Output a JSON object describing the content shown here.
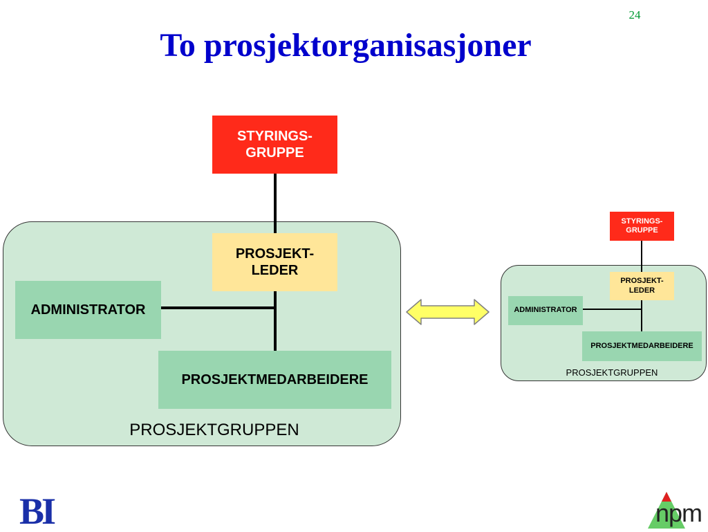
{
  "slide": {
    "title": "To prosjektorganisasjoner",
    "page_number": "24"
  },
  "large_org": {
    "steering": "STYRINGS-\nGRUPPE",
    "leader": "PROSJEKT-\nLEDER",
    "administrator": "ADMINISTRATOR",
    "members": "PROSJEKTMEDARBEIDERE",
    "group_label": "PROSJEKTGRUPPEN"
  },
  "small_org": {
    "steering": "STYRINGS-\nGRUPPE",
    "leader": "PROSJEKT-\nLEDER",
    "administrator": "ADMINISTRATOR",
    "members": "PROSJEKTMEDARBEIDERE",
    "group_label": "PROSJEKTGRUPPEN"
  },
  "arrow": {
    "icon": "double-arrow-icon",
    "fill": "#ffff66",
    "stroke": "#808080"
  },
  "logos": {
    "left": "BI",
    "right": "npm"
  },
  "colors": {
    "title": "#0000cc",
    "page_number": "#009933",
    "steering": "#ff2a1a",
    "leader": "#ffe699",
    "role": "#99d6b0",
    "group_area": "#cfe9d6"
  }
}
